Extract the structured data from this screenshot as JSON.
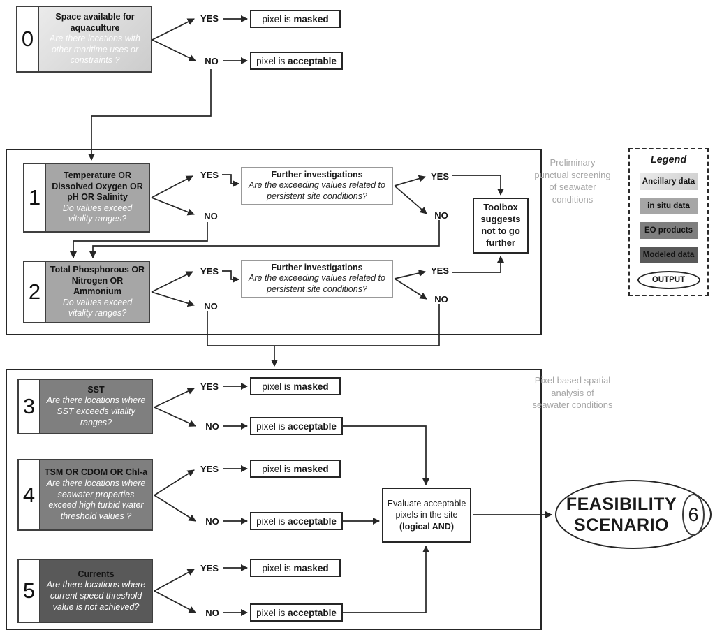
{
  "colors": {
    "ink": "#262626",
    "ancillary-light": "#ebebeb",
    "ancillary-dark": "#cccccc",
    "insitu": "#a6a6a6",
    "eo": "#7f7f7f",
    "modeled": "#595959",
    "muted": "#a6a6a6",
    "further-border": "#999999"
  },
  "labels": {
    "yes": "YES",
    "no": "NO"
  },
  "outcome": {
    "prefix": "pixel is ",
    "masked": "masked",
    "acceptable": "acceptable"
  },
  "steps": [
    {
      "num": "0",
      "title": "Space available for aquaculture",
      "question": "Are there locations with other maritime uses or constraints ?"
    },
    {
      "num": "1",
      "title": "Temperature  OR Dissolved Oxygen OR pH OR Salinity",
      "question": "Do values exceed vitality ranges?"
    },
    {
      "num": "2",
      "title": "Total Phosphorous OR Nitrogen OR Ammonium",
      "question": "Do values exceed vitality ranges?"
    },
    {
      "num": "3",
      "title": "SST",
      "question": "Are there locations where SST exceeds vitality ranges?"
    },
    {
      "num": "4",
      "title": "TSM OR CDOM OR Chl-a",
      "question": "Are there locations where seawater properties exceed high turbid water threshold values ?"
    },
    {
      "num": "5",
      "title": "Currents",
      "question": "Are there locations where current speed threshold value is not achieved?"
    }
  ],
  "further": {
    "title": "Further investigations",
    "question": "Are the exceeding values related to persistent site conditions?"
  },
  "toolbox": {
    "label": "Toolbox suggests not to go further"
  },
  "evaluate": {
    "line1": "Evaluate acceptable pixels in the site",
    "line2": "(logical AND)"
  },
  "feasibility": {
    "label": "FEASIBILITY SCENARIO",
    "num": "6"
  },
  "notes": {
    "punctual": "Preliminary punctual screening of seawater conditions",
    "pixel_based": "Pixel based spatial analysis of seawater conditions"
  },
  "legend": {
    "title": "Legend",
    "items": [
      {
        "label": "Ancillary data"
      },
      {
        "label": "in situ data"
      },
      {
        "label": "EO products"
      },
      {
        "label": "Modeled data"
      },
      {
        "label": "OUTPUT"
      }
    ]
  }
}
